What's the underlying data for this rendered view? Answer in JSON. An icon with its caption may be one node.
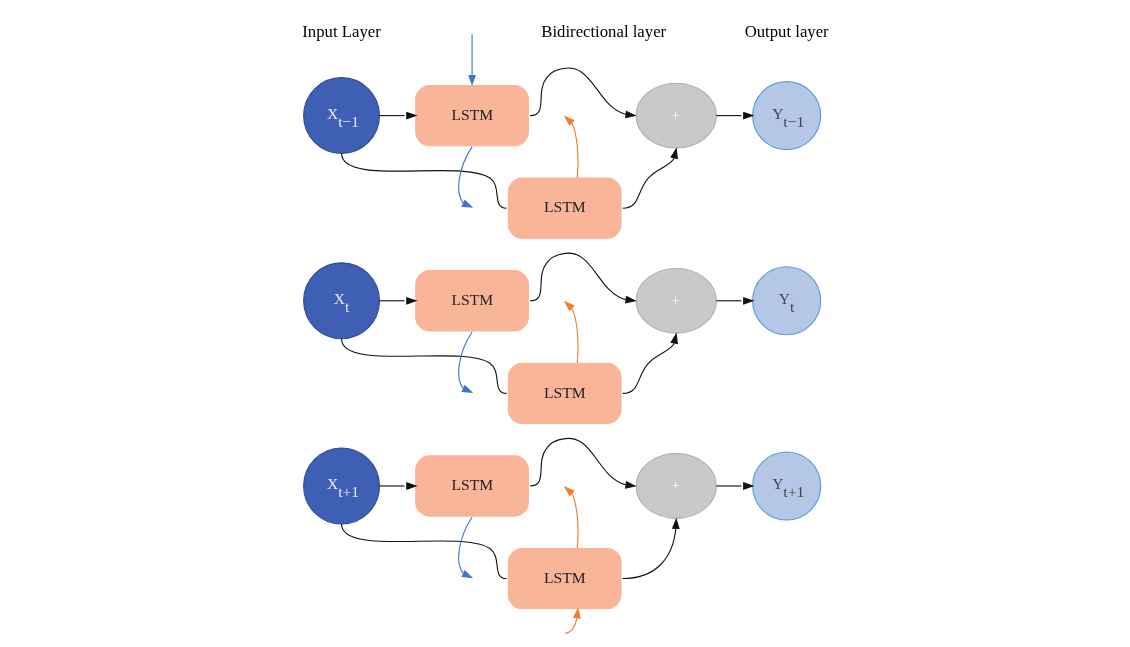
{
  "diagram": {
    "nodes": [
      {
        "text": [
          "X$_{t−1}$"
        ]
      },
      {
        "text": [
          "LSTM"
        ]
      },
      {
        "text": [
          "LSTM"
        ]
      },
      {
        "text": [
          "+"
        ]
      },
      {
        "text": [
          "Y$_{t−1}$"
        ]
      },
      {
        "text": [
          "X$_{t}$"
        ]
      },
      {
        "text": [
          "LSTM"
        ]
      },
      {
        "text": [
          "LSTM"
        ]
      },
      {
        "text": [
          "+"
        ]
      },
      {
        "text": [
          "Y$_{t}$"
        ]
      },
      {
        "text": [
          "X$_{t+1}$"
        ]
      },
      {
        "text": [
          "LSTM"
        ]
      },
      {
        "text": [
          "LSTM"
        ]
      },
      {
        "text": [
          "+"
        ]
      },
      {
        "text": [
          "Y$_{t+1}$"
        ]
      }
    ],
    "edges": [
      {
        "from": 1,
        "to": null,
        "arrow": "to",
        "color": "#4472c4"
      },
      {
        "from": 0,
        "to": 1,
        "arrow": "to"
      },
      {
        "from": 1,
        "to": 3,
        "arrow": "to"
      },
      {
        "from": 3,
        "to": 4,
        "arrow": "to"
      },
      {
        "from": 2,
        "to": null,
        "arrow": "to",
        "color": "#ed7d31"
      },
      {
        "from": null,
        "to": 1,
        "arrow": "to",
        "color": "#4472c4"
      },
      {
        "from": 0,
        "to": 2,
        "arrow": "none"
      },
      {
        "from": 2,
        "to": 3,
        "arrow": "to"
      },
      {
        "from": 5,
        "to": 6,
        "arrow": "to"
      },
      {
        "from": 6,
        "to": 8,
        "arrow": "to"
      },
      {
        "from": 8,
        "to": 9,
        "arrow": "to"
      },
      {
        "from": 7,
        "to": null,
        "arrow": "to",
        "color": "#ed7d31"
      },
      {
        "from": 6,
        "to": null,
        "arrow": "to",
        "color": "#4472c4"
      },
      {
        "from": 5,
        "to": 7,
        "arrow": "none"
      },
      {
        "from": 7,
        "to": 8,
        "arrow": "to"
      },
      {
        "from": 10,
        "to": 11,
        "arrow": "to"
      },
      {
        "from": 11,
        "to": 13,
        "arrow": "to"
      },
      {
        "from": 13,
        "to": 14,
        "arrow": "to"
      },
      {
        "from": 12,
        "to": null,
        "arrow": "to",
        "color": "#ed7d31"
      },
      {
        "from": 11,
        "to": null,
        "arrow": "to",
        "color": "#4472c4"
      },
      {
        "from": 10,
        "to": 12,
        "arrow": "none"
      },
      {
        "from": 12,
        "to": 13,
        "arrow": "to"
      },
      {
        "from": null,
        "to": 12,
        "arrow": "to",
        "color": "#ed7d31"
      }
    ],
    "labels": [
      "Input Layer",
      "Bidirectional layer",
      "Output layer"
    ]
  }
}
